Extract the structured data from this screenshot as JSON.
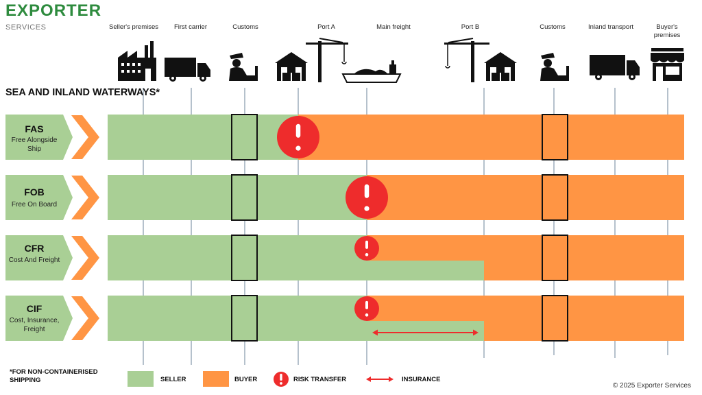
{
  "brand": {
    "name": "EXPORTER",
    "sub": "SERVICES"
  },
  "columns": [
    {
      "label": "Seller's premises",
      "icon": "factory-icon"
    },
    {
      "label": "First carrier",
      "icon": "truck-icon"
    },
    {
      "label": "Customs",
      "icon": "customs-officer-icon"
    },
    {
      "label": "Port A",
      "icon": "warehouse-crane-icon"
    },
    {
      "label": "Main freight",
      "icon": "ship-icon"
    },
    {
      "label": "Port B",
      "icon": "crane-warehouse-icon"
    },
    {
      "label": "Customs",
      "icon": "customs-officer-icon"
    },
    {
      "label": "Inland transport",
      "icon": "truck-icon"
    },
    {
      "label": "Buyer's premises",
      "icon": "shop-icon"
    }
  ],
  "section_title": "SEA AND INLAND WATERWAYS*",
  "terms": [
    {
      "code": "FAS",
      "name": "Free Alongside Ship",
      "risk_transfer_at": "Port A",
      "seller_cost_to": "Port A",
      "insurance": false
    },
    {
      "code": "FOB",
      "name": "Free On Board",
      "risk_transfer_at": "Main freight",
      "seller_cost_to": "Main freight",
      "insurance": false
    },
    {
      "code": "CFR",
      "name": "Cost And Freight",
      "risk_transfer_at": "Main freight",
      "seller_cost_to": "Port B",
      "insurance": false
    },
    {
      "code": "CIF",
      "name": "Cost, Insurance, Freight",
      "risk_transfer_at": "Main freight",
      "seller_cost_to": "Port B",
      "insurance": true
    }
  ],
  "legend": {
    "seller": "SELLER",
    "buyer": "BUYER",
    "risk": "RISK TRANSFER",
    "insurance": "INSURANCE"
  },
  "footnote": "*FOR NON-CONTAINERISED SHIPPING",
  "copyright": "© 2025 Exporter Services",
  "colors": {
    "seller": "#a9cf95",
    "buyer": "#ff9544",
    "risk": "#ee2c2c",
    "brand": "#2e8b3e",
    "grid": "#b5c1cc"
  }
}
